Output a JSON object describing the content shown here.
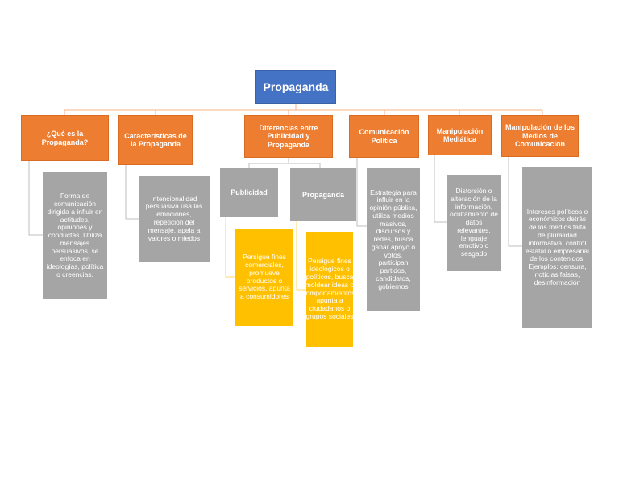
{
  "diagram": {
    "root": "Propaganda",
    "categories": [
      {
        "title": "¿Qué es la Propaganda?",
        "text": "Forma de comunicación dirigida a influir en actitudes, opiniones y conductas. Utiliza mensajes persuasivos, se enfoca en ideologías, política o creencias."
      },
      {
        "title": "Características de la Propaganda",
        "text": "Intencionalidad persuasiva usa las emociones, repetición del mensaje, apela a valores o miedos"
      },
      {
        "title": "Diferencias entre Publicidad y Propaganda",
        "sub": [
          {
            "title": "Publicidad",
            "text": "Persigue fines comerciales, promueve productos o servicios, apunta a consumidores"
          },
          {
            "title": "Propaganda",
            "text": "Persigue fines ideológicos o políticos, busca moldear ideas o comportamientos, apunta a ciudadanos o grupos sociales"
          }
        ]
      },
      {
        "title": "Comunicación Política",
        "text": "Estrategia para influir en la opinión pública, utiliza medios masivos, discursos y redes, busca ganar apoyo o votos, participan partidos, candidatos, gobiernos"
      },
      {
        "title": "Manipulación Mediática",
        "text": "Distorsión o alteración de la información, ocultamiento de datos relevantes, lenguaje emotivo o sesgado"
      },
      {
        "title": "Manipulación de los Medios de Comunicación",
        "text": "Intereses políticos o económicos detrás de los medios falta de pluralidad informativa, control estatal o empresarial de los contenidos. Ejemplos: censura, noticias falsas, desinformación"
      }
    ]
  },
  "colors": {
    "root": "#4472c4",
    "category": "#ed7d31",
    "detail": "#a5a5a5",
    "highlight": "#ffc000",
    "connector": "#f4b183"
  }
}
